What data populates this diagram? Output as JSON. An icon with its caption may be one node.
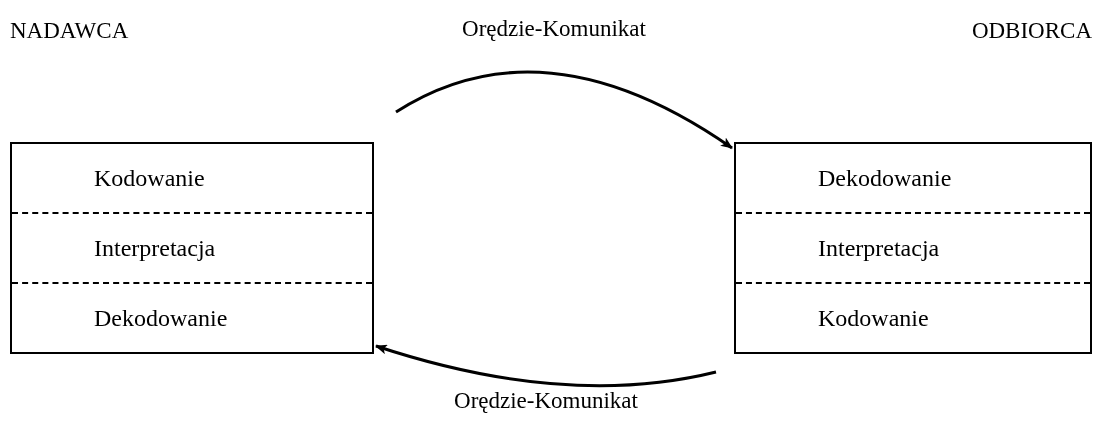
{
  "diagram": {
    "nodes": [
      {
        "text": [
          "Kodowanie",
          "Interpretacja",
          "Dekodowanie"
        ]
      },
      {
        "text": [
          "Dekodowanie",
          "Interpretacja",
          "Kodowanie"
        ]
      }
    ],
    "labels": [
      "NADAWCA",
      "ODBIORCA"
    ],
    "edges": [
      {
        "from": 0,
        "to": 1,
        "arrow": "to",
        "label": "Orędzie-Komunikat"
      },
      {
        "from": 1,
        "to": 0,
        "arrow": "to",
        "label": "Orędzie-Komunikat"
      }
    ]
  }
}
